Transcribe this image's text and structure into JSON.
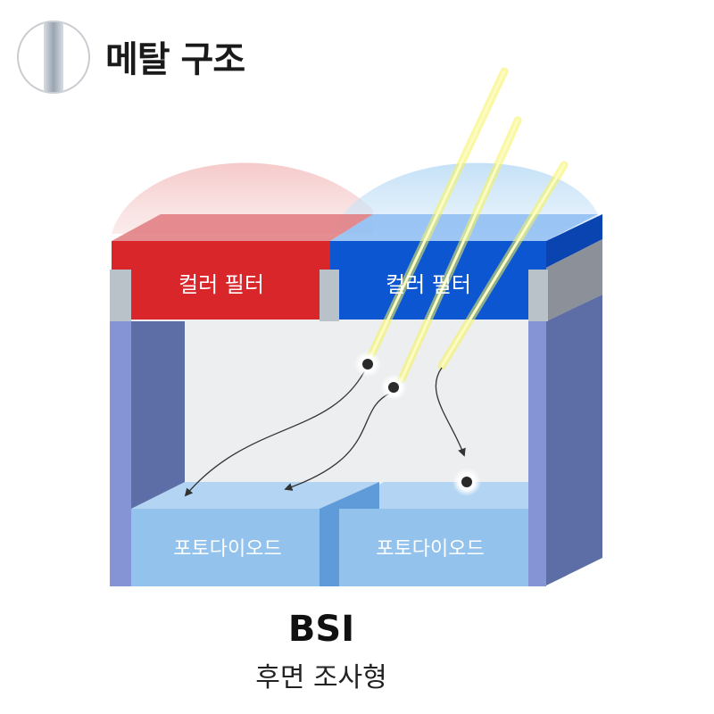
{
  "legend": {
    "title": "메탈 구조"
  },
  "filters": {
    "left_label": "컬러 필터",
    "right_label": "컬러 필터",
    "left_color": "#d8262a",
    "right_color": "#0c56d1"
  },
  "photodiodes": {
    "left_label": "포토다이오드",
    "right_label": "포토다이오드",
    "color": "#93c2ec"
  },
  "caption": {
    "title": "BSI",
    "subtitle": "후면 조사형"
  },
  "colors": {
    "metal": "#b9c1c9",
    "side_wall": "#5d6ea6",
    "wall_front": "#8494d4",
    "light": "#f3f35a"
  }
}
